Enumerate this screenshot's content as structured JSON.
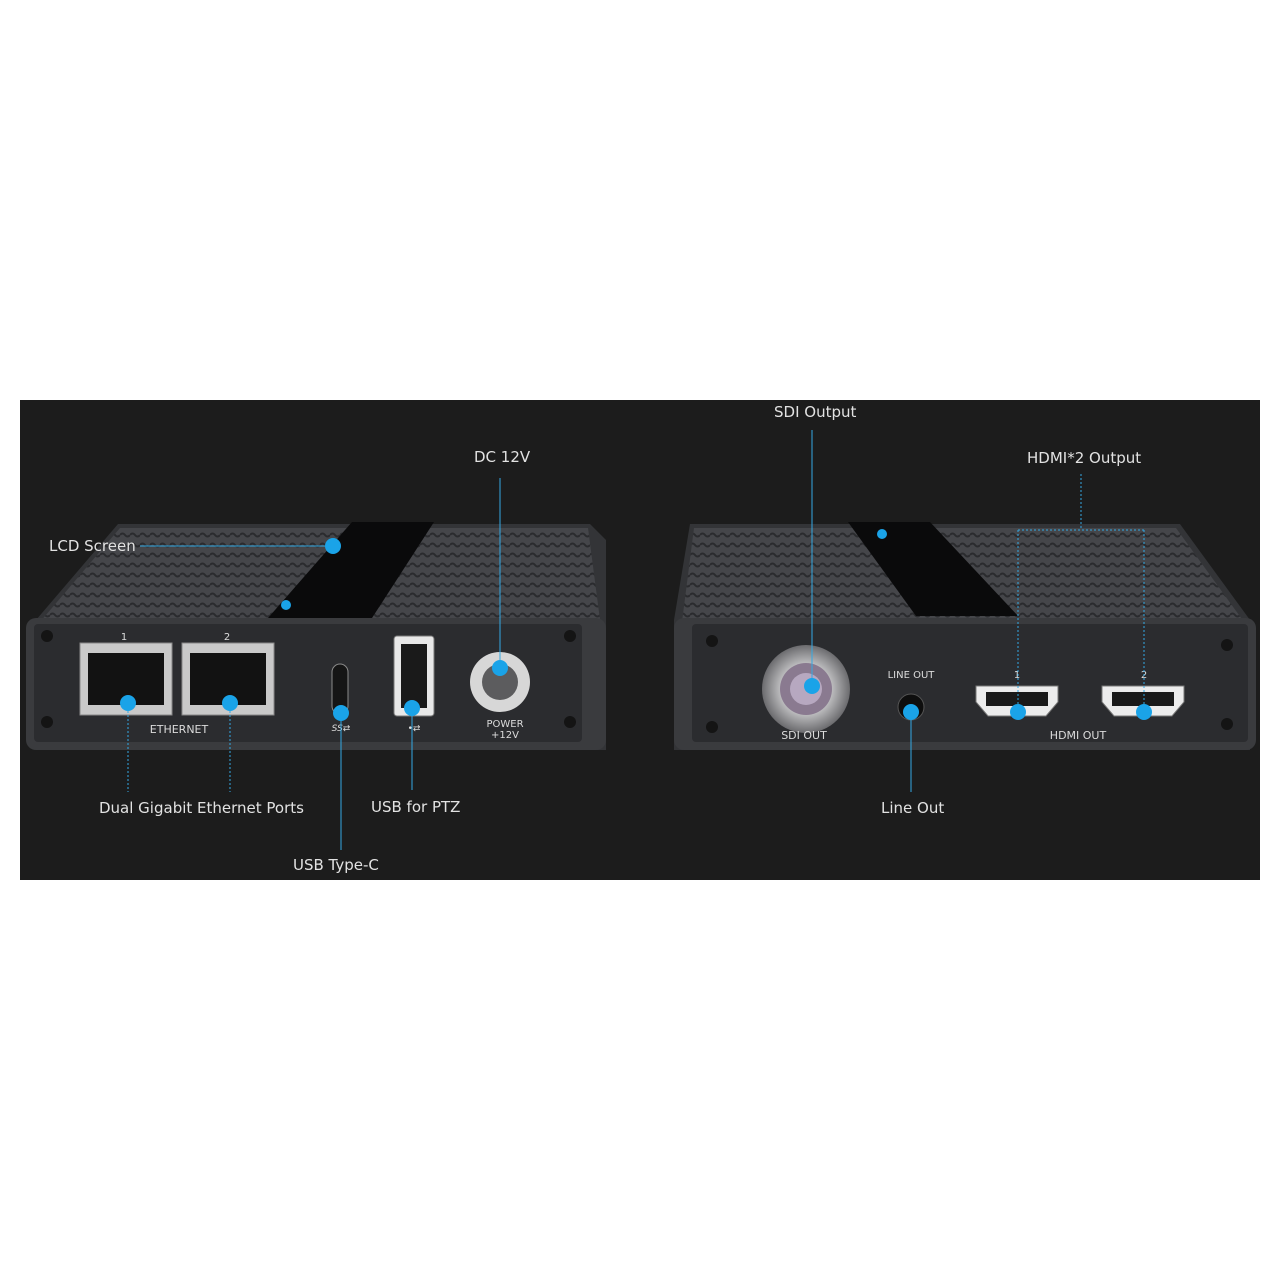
{
  "callouts": {
    "lcd_screen": "LCD Screen",
    "dc_12v": "DC 12V",
    "dual_ethernet": "Dual Gigabit Ethernet Ports",
    "usb_ptz": "USB for PTZ",
    "usb_type_c": "USB Type-C",
    "sdi_output": "SDI Output",
    "hdmi2_output": "HDMI*2 Output",
    "line_out": "Line Out"
  },
  "device_left": {
    "port_1": "1",
    "port_2": "2",
    "ethernet": "ETHERNET",
    "usb3_logo": "SS⇄",
    "usb_logo": "•⇄",
    "power": "POWER",
    "power_voltage": "+12V"
  },
  "device_right": {
    "sdi_out": "SDI OUT",
    "line_out": "LINE OUT",
    "hdmi_1": "1",
    "hdmi_2": "2",
    "hdmi_out": "HDMI OUT"
  },
  "colors": {
    "panel_bg": "#1c1c1c",
    "device_body": "#3a3b3e",
    "faceplate": "#2b2c2f",
    "accent_dot": "#1aa3e8",
    "callout_text": "#e2e2e2"
  }
}
